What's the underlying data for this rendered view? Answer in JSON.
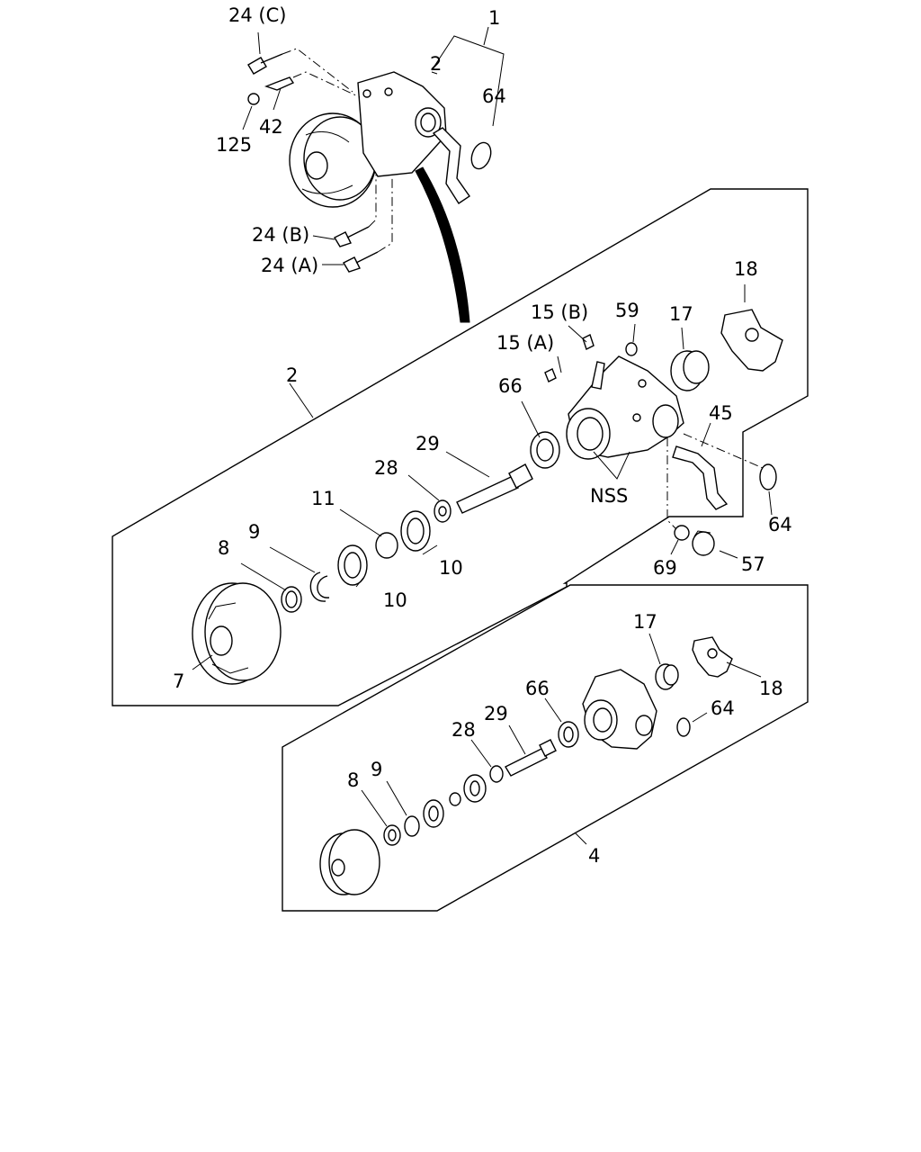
{
  "labels": {
    "l1": "1",
    "l2_top": "2",
    "l64_top": "64",
    "l24c": "24 (C)",
    "l42": "42",
    "l125": "125",
    "l24b": "24 (B)",
    "l24a": "24 (A)",
    "l18_mid": "18",
    "l17_mid": "17",
    "l59": "59",
    "l15b": "15 (B)",
    "l15a": "15 (A)",
    "l66_mid": "66",
    "l45": "45",
    "l2_mid": "2",
    "l29_mid": "29",
    "l28_mid": "28",
    "l11": "11",
    "lnss": "NSS",
    "l64_mid": "64",
    "l9_mid": "9",
    "l8_mid": "8",
    "l10a": "10",
    "l10b": "10",
    "l69": "69",
    "l57": "57",
    "l7": "7",
    "l17_bot": "17",
    "l18_bot": "18",
    "l66_bot": "66",
    "l29_bot": "29",
    "l64_bot": "64",
    "l28_bot": "28",
    "l8_bot": "8",
    "l9_bot": "9",
    "l4": "4"
  }
}
